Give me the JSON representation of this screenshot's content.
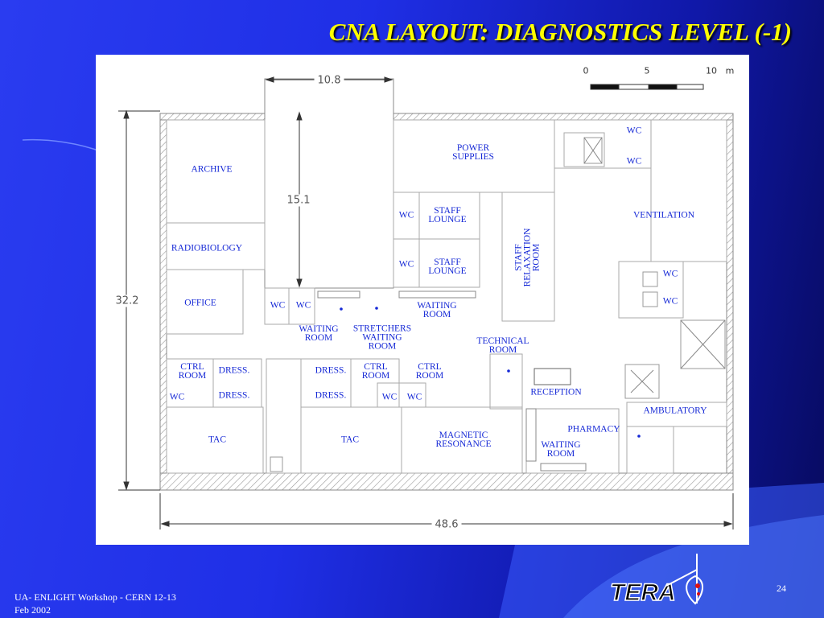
{
  "title": "CNA LAYOUT: DIAGNOSTICS LEVEL (-1)",
  "footer": {
    "line1": "UA- ENLIGHT Workshop - CERN 12-13",
    "line2": "Feb 2002"
  },
  "page_number": "24",
  "logo_text": "TERA",
  "scale_bar": {
    "labels": [
      "0",
      "5",
      "10",
      "m"
    ]
  },
  "dimensions": {
    "width_total": "48.6",
    "height_total": "32.2",
    "block_width": "10.8",
    "block_height": "15.1"
  },
  "rooms": {
    "archive": "ARCHIVE",
    "radiobiology": "RADIOBIOLOGY",
    "office": "OFFICE",
    "power_supplies": [
      "POWER",
      "SUPPLIES"
    ],
    "staff_lounge_1": [
      "STAFF",
      "LOUNGE"
    ],
    "staff_lounge_2": [
      "STAFF",
      "LOUNGE"
    ],
    "staff_relaxation": [
      "STAFF",
      "RELAXATION",
      "ROOM"
    ],
    "ventilation": "VENTILATION",
    "wc": "WC",
    "waiting_room_1": [
      "WAITING",
      "ROOM"
    ],
    "stretchers_waiting": [
      "STRETCHERS",
      "WAITING",
      "ROOM"
    ],
    "waiting_room_2": [
      "WAITING",
      "ROOM"
    ],
    "technical_room": [
      "TECHNICAL",
      "ROOM"
    ],
    "ctrl_room": [
      "CTRL",
      "ROOM"
    ],
    "dress": "DRESS.",
    "reception": "RECEPTION",
    "ambulatory": "AMBULATORY",
    "pharmacy": "PHARMACY",
    "waiting_room_3": [
      "WAITING",
      "ROOM"
    ],
    "tac": "TAC",
    "magnetic_resonance": [
      "MAGNETIC",
      "RESONANCE"
    ]
  }
}
